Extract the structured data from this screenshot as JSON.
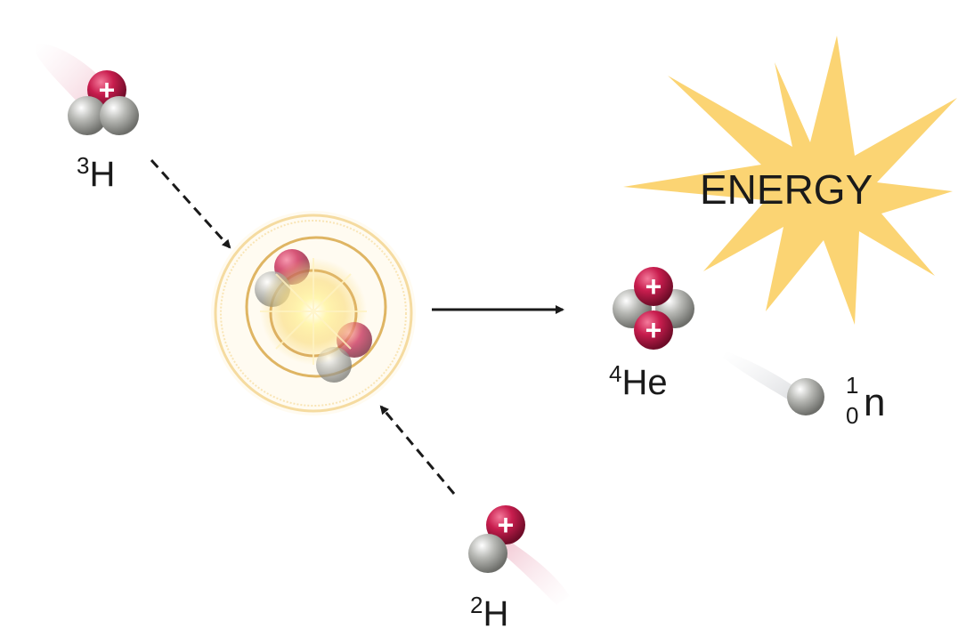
{
  "labels": {
    "tritium": {
      "mass": "3",
      "symbol": "H"
    },
    "deuterium": {
      "mass": "2",
      "symbol": "H"
    },
    "helium": {
      "mass": "4",
      "symbol": "He"
    },
    "neutron": {
      "mass": "1",
      "atomic": "0",
      "symbol": "n"
    },
    "energy": "ENERGY"
  },
  "glyphs": {
    "proton_sign": "+"
  },
  "colors": {
    "proton": "#c81d4e",
    "neutron": "#a9aaa6",
    "energy_burst": "#fbd473",
    "glow": "#f6c85a",
    "arrow": "#1a1a1a"
  }
}
